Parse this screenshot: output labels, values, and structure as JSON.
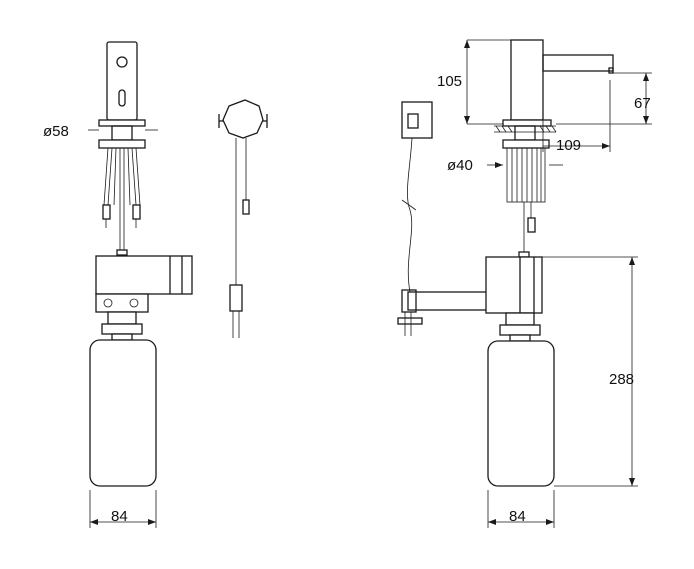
{
  "dimensions": {
    "diameter_58": "ø58",
    "height_105": "105",
    "height_67": "67",
    "length_109": "109",
    "diameter_40": "ø40",
    "height_288": "288",
    "width_84_left": "84",
    "width_84_right": "84"
  }
}
